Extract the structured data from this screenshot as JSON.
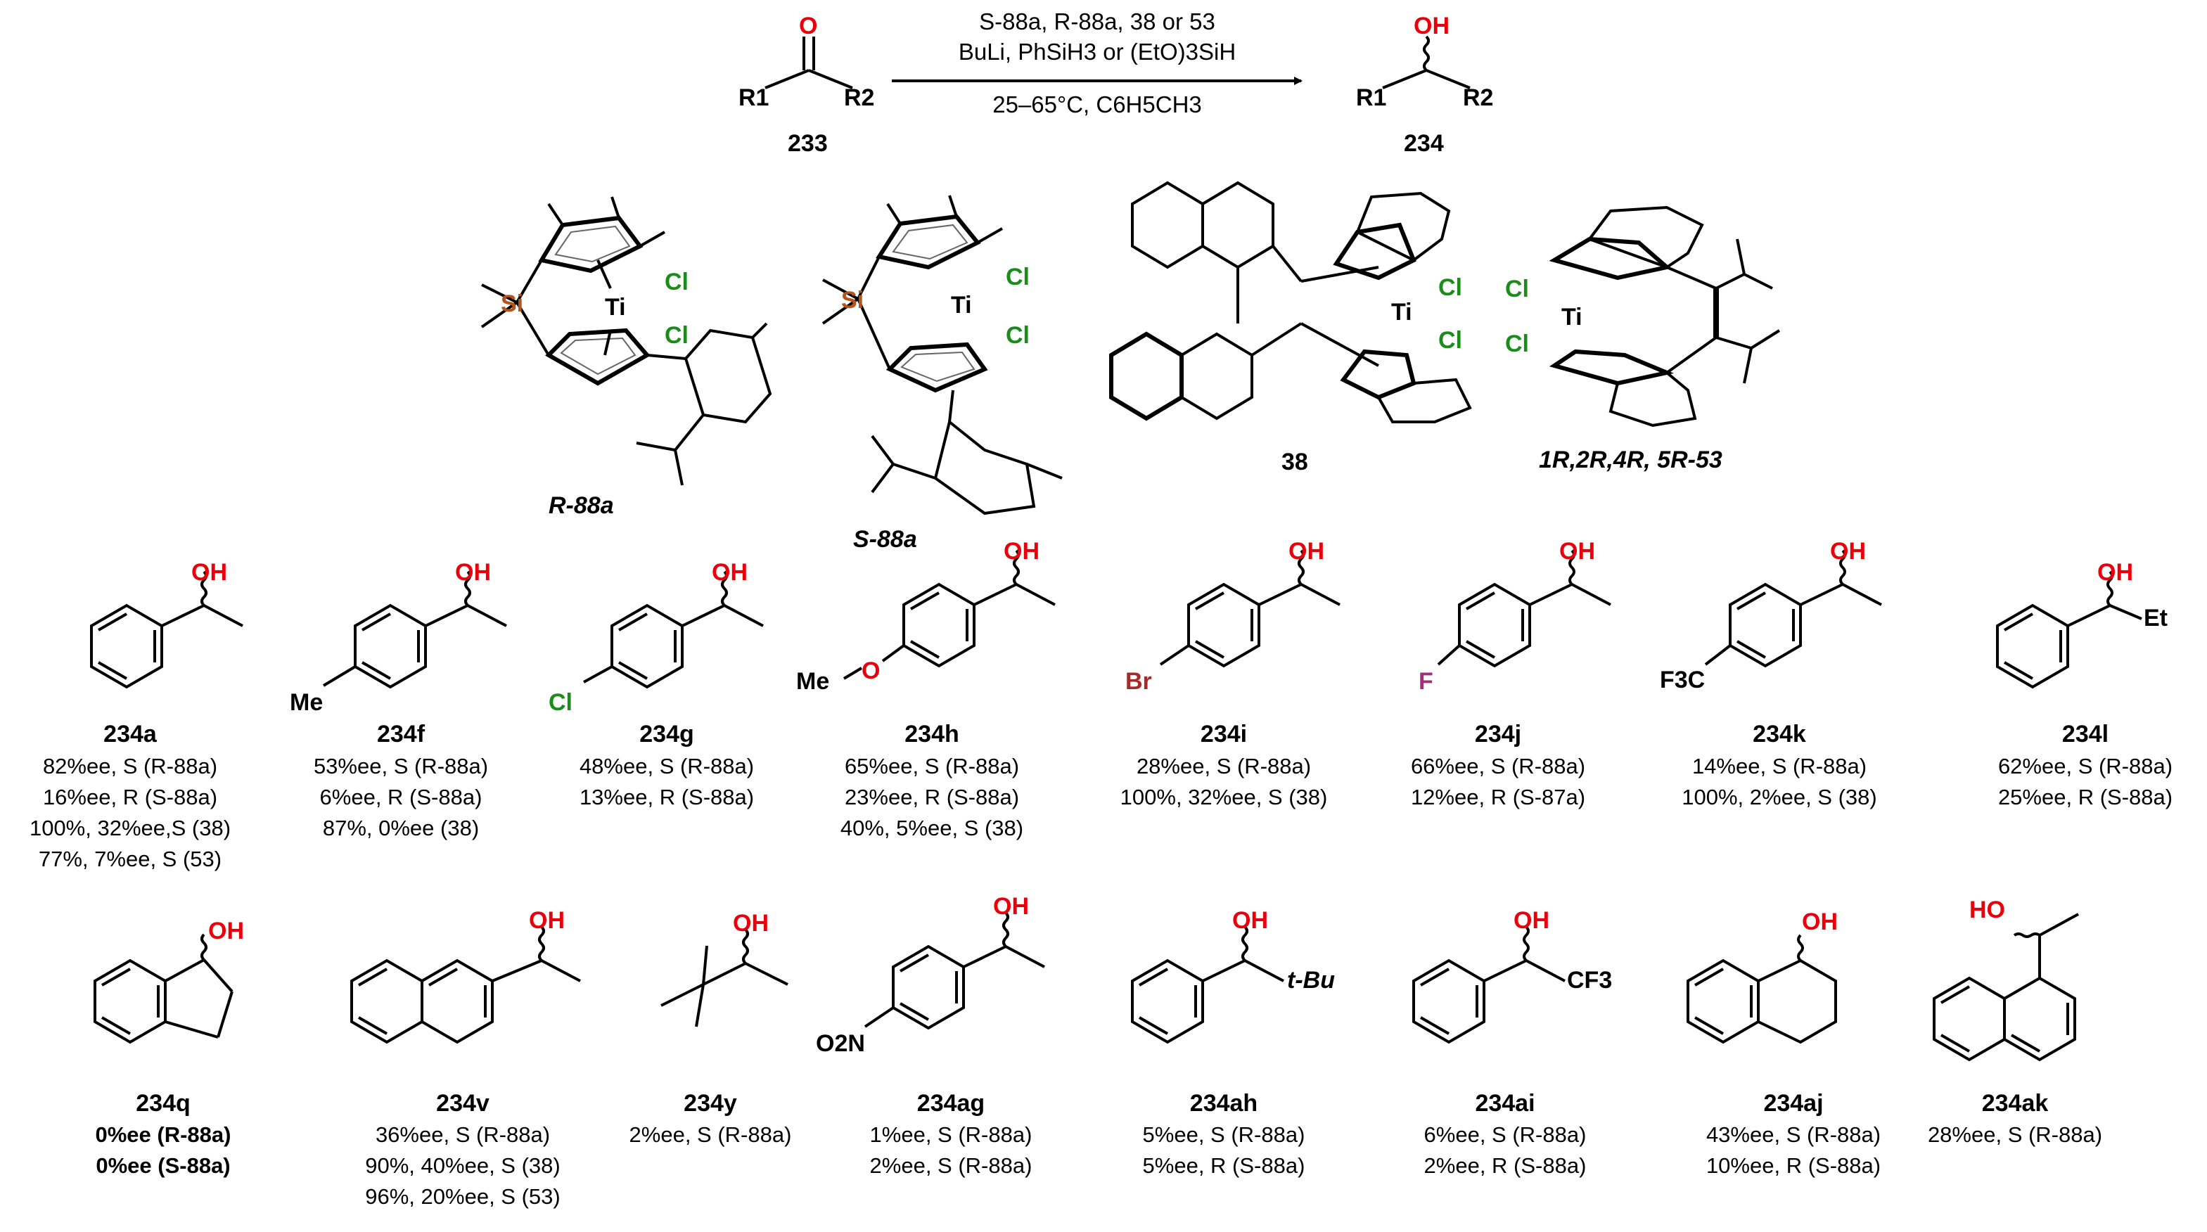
{
  "reaction": {
    "reactant_label": "233",
    "product_label": "234",
    "reactant_r1": "R1",
    "reactant_r2": "R2",
    "product_r1": "R1",
    "product_r2": "R2",
    "conditions_line1": "S-88a, R-88a, 38 or 53",
    "conditions_line2": "BuLi, PhSiH3 or (EtO)3SiH",
    "conditions_line3": "25–65°C, C6H5CH3"
  },
  "catalysts": [
    {
      "label": "R-88a"
    },
    {
      "label": "S-88a"
    },
    {
      "label": "38"
    },
    {
      "label": "1R,2R,4R, 5R-53"
    }
  ],
  "atoms": {
    "oh": "OH",
    "ho": "HO",
    "o": "O",
    "ti": "Ti",
    "si": "Si",
    "cl": "Cl",
    "me": "Me",
    "br": "Br",
    "f": "F",
    "f3c": "F3C",
    "et": "Et",
    "tbu": "t-Bu",
    "cf3": "CF3",
    "o2n": "O2N"
  },
  "products": [
    {
      "label": "234a",
      "results": [
        "82%ee, S (R-88a)",
        "16%ee, R (S-88a)",
        "100%, 32%ee,S (38)",
        "77%, 7%ee, S (53)"
      ]
    },
    {
      "label": "234f",
      "results": [
        "53%ee, S (R-88a)",
        "6%ee, R (S-88a)",
        "87%, 0%ee (38)"
      ]
    },
    {
      "label": "234g",
      "results": [
        "48%ee, S (R-88a)",
        "13%ee, R (S-88a)"
      ]
    },
    {
      "label": "234h",
      "results": [
        "65%ee, S (R-88a)",
        "23%ee, R (S-88a)",
        "40%, 5%ee, S (38)"
      ]
    },
    {
      "label": "234i",
      "results": [
        "28%ee, S (R-88a)",
        "100%, 32%ee, S (38)"
      ]
    },
    {
      "label": "234j",
      "results": [
        "66%ee, S (R-88a)",
        "12%ee, R (S-87a)"
      ]
    },
    {
      "label": "234k",
      "results": [
        "14%ee, S (R-88a)",
        "100%, 2%ee, S (38)"
      ]
    },
    {
      "label": "234l",
      "results": [
        "62%ee, S (R-88a)",
        "25%ee, R (S-88a)"
      ]
    },
    {
      "label": "234q",
      "results": [
        "0%ee (R-88a)",
        "0%ee (S-88a)"
      ]
    },
    {
      "label": "234v",
      "results": [
        "36%ee, S (R-88a)",
        "90%, 40%ee, S (38)",
        "96%, 20%ee, S (53)"
      ]
    },
    {
      "label": "234y",
      "results": [
        "2%ee, S (R-88a)"
      ]
    },
    {
      "label": "234ag",
      "results": [
        "1%ee, S (R-88a)",
        "2%ee, S (R-88a)"
      ]
    },
    {
      "label": "234ah",
      "results": [
        "5%ee, S (R-88a)",
        "5%ee, R (S-88a)"
      ]
    },
    {
      "label": "234ai",
      "results": [
        "6%ee, S (R-88a)",
        "2%ee, R (S-88a)"
      ]
    },
    {
      "label": "234aj",
      "results": [
        "43%ee, S (R-88a)",
        "10%ee, R  (S-88a)"
      ]
    },
    {
      "label": "234ak",
      "results": [
        "28%ee, S (R-88a)"
      ]
    }
  ],
  "colors": {
    "oxygen": "#e8000b",
    "chlorine": "#1a8c1a",
    "silicon": "#b5541c",
    "bromine": "#a52a2a",
    "fluorine": "#a0307a",
    "bond": "#000000"
  }
}
